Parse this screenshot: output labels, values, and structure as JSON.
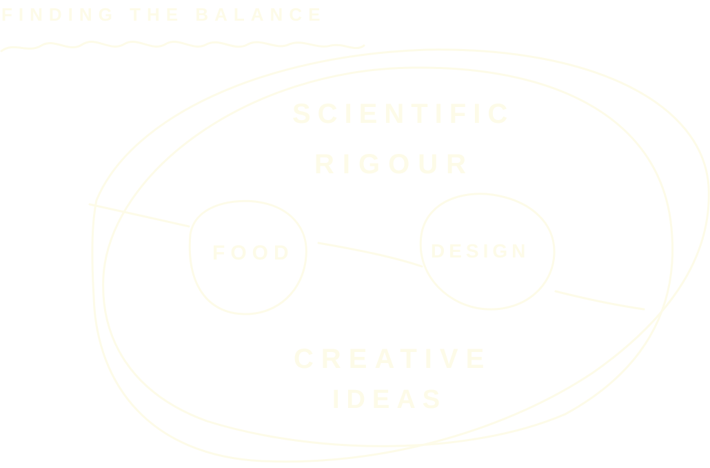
{
  "title": "FINDING THE BALANCE",
  "top_region": {
    "line1": "SCIENTIFIC",
    "line2": "RIGOUR"
  },
  "left_circle": {
    "label": "FOOD"
  },
  "right_circle": {
    "label": "DESIGN"
  },
  "bottom_region": {
    "line1": "CREATIVE",
    "line2": "IDEAS"
  },
  "colors": {
    "ink": "#fdfbe8",
    "background": "#ffffff"
  }
}
